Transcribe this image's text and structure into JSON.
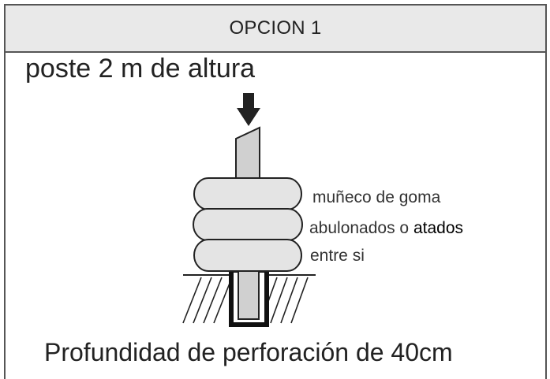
{
  "header": {
    "title": "OPCION 1"
  },
  "top_label": "poste 2 m de altura",
  "side_labels": {
    "line1": "muñeco de goma",
    "line2_a": "abulonados o ",
    "line2_b": "atados",
    "line3": "entre si"
  },
  "bottom_label": "Profundidad de perforación de 40cm",
  "colors": {
    "header_bg": "#e9e9e9",
    "border": "#555555",
    "post_fill": "#d0d0d0",
    "stroke": "#222222",
    "arrow": "#222222"
  }
}
